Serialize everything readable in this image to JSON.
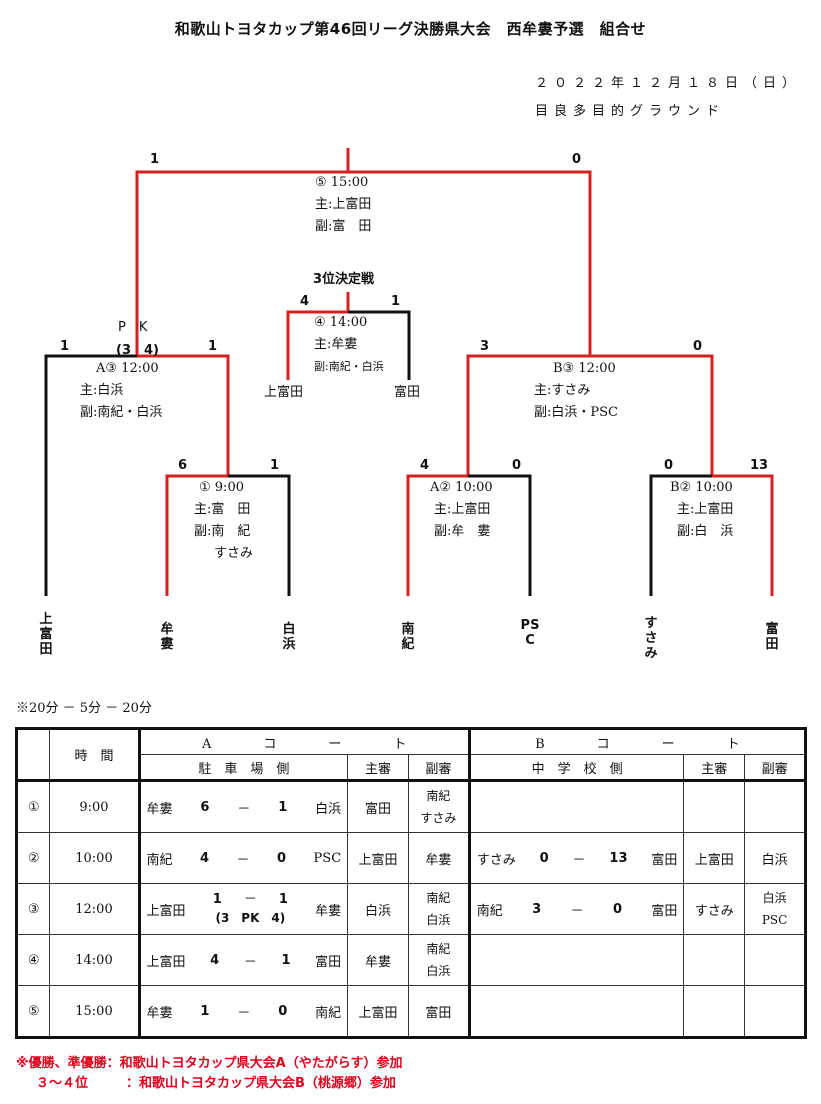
{
  "title": "和歌山トヨタカップ第46回リーグ決勝県大会　西牟婁予選　組合せ",
  "date": "２０２２年１２月１８日（日）",
  "venue": "目良多目的グラウンド",
  "bracket": {
    "final": {
      "label": "⑤ 15:00",
      "main": "主:上富田",
      "sub": "副:富　田",
      "left": "1",
      "right": "0"
    },
    "third": {
      "heading": "3位決定戦",
      "label": "④ 14:00",
      "main": "主:牟婁",
      "sub": "副:南紀・白浜",
      "left": "4",
      "right": "1",
      "team_left": "上富田",
      "team_right": "富田"
    },
    "a3": {
      "label": "A③ 12:00",
      "main": "主:白浜",
      "sub": "副:南紀・白浜",
      "left": "1",
      "right": "1",
      "pk_label": "P　K",
      "pk_score": "(3　4)"
    },
    "b3": {
      "label": "B③ 12:00",
      "main": "主:すさみ",
      "sub": "副:白浜・PSC",
      "left": "3",
      "right": "0"
    },
    "m1": {
      "label": "① 9:00",
      "main": "主:富　田",
      "sub": "副:南　紀",
      "sub2": "すさみ",
      "left": "6",
      "right": "1"
    },
    "a2": {
      "label": "A② 10:00",
      "main": "主:上富田",
      "sub": "副:牟　婁",
      "left": "4",
      "right": "0"
    },
    "b2": {
      "label": "B② 10:00",
      "main": "主:上富田",
      "sub": "副:白　浜",
      "left": "0",
      "right": "13"
    },
    "teams": [
      "上富田",
      "牟婁",
      "白浜",
      "南紀",
      "PSC",
      "すさみ",
      "富田"
    ]
  },
  "format_note": "※20分 － 5分 － 20分",
  "table": {
    "time_header": "時　間",
    "a_court": "A　　　　コ　　　　ー　　　　ト",
    "b_court": "B　　　　コ　　　　ー　　　　ト",
    "a_side": "駐　車　場　側",
    "b_side": "中　学　校　側",
    "main_ref": "主審",
    "sub_ref": "副審",
    "rows": [
      {
        "no": "①",
        "time": "9:00",
        "a_home": "牟婁",
        "a_hs": "6",
        "a_as": "1",
        "a_away": "白浜",
        "a_main": "富田",
        "a_sub1": "南紀",
        "a_sub2": "すさみ"
      },
      {
        "no": "②",
        "time": "10:00",
        "a_home": "南紀",
        "a_hs": "4",
        "a_as": "0",
        "a_away": "PSC",
        "a_main": "上富田",
        "a_sub1": "牟婁",
        "a_sub2": "",
        "b_home": "すさみ",
        "b_hs": "0",
        "b_as": "13",
        "b_away": "富田",
        "b_main": "上富田",
        "b_sub1": "白浜",
        "b_sub2": ""
      },
      {
        "no": "③",
        "time": "12:00",
        "a_home": "上富田",
        "a_hs": "1",
        "a_as": "1",
        "a_pk": "(3　PK　4)",
        "a_away": "牟婁",
        "a_main": "白浜",
        "a_sub1": "南紀",
        "a_sub2": "白浜",
        "b_home": "南紀",
        "b_hs": "3",
        "b_as": "0",
        "b_away": "富田",
        "b_main": "すさみ",
        "b_sub1": "白浜",
        "b_sub2": "PSC"
      },
      {
        "no": "④",
        "time": "14:00",
        "a_home": "上富田",
        "a_hs": "4",
        "a_as": "1",
        "a_away": "富田",
        "a_main": "牟婁",
        "a_sub1": "南紀",
        "a_sub2": "白浜"
      },
      {
        "no": "⑤",
        "time": "15:00",
        "a_home": "牟婁",
        "a_hs": "1",
        "a_as": "0",
        "a_away": "南紀",
        "a_main": "上富田",
        "a_sub1": "富田",
        "a_sub2": ""
      }
    ],
    "dash": "－"
  },
  "footer": {
    "line1": "※優勝、準優勝：和歌山トヨタカップ県大会A（やたがらす）参加",
    "line2_label": "３～４位",
    "line2_text": "：和歌山トヨタカップ県大会B（桃源郷）参加"
  },
  "colors": {
    "winner_line": "#d6201f",
    "loser_line": "#111111",
    "footer_text": "#e0001b"
  }
}
